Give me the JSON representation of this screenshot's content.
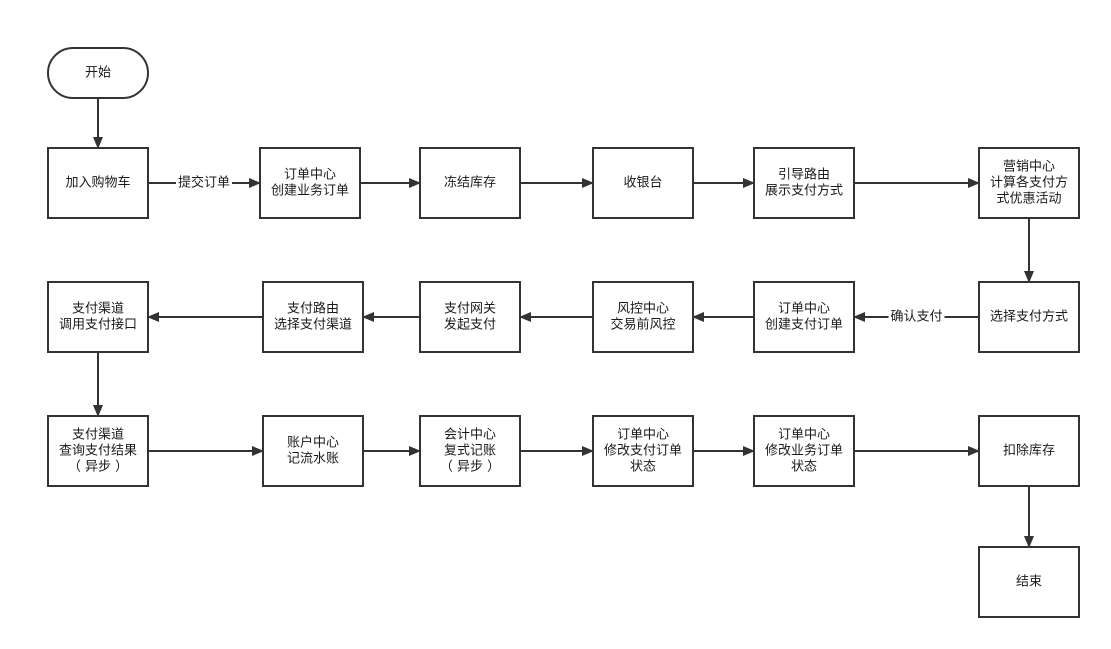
{
  "colors": {
    "stroke": "#333333",
    "fill": "#ffffff",
    "text": "#1a1a1a"
  },
  "nodes": [
    {
      "id": "start",
      "kind": "terminal",
      "lines": [
        "开始"
      ]
    },
    {
      "id": "add_cart",
      "kind": "process",
      "lines": [
        "加入购物车"
      ]
    },
    {
      "id": "order_create_biz",
      "kind": "process",
      "lines": [
        "订单中心",
        "创建业务订单"
      ]
    },
    {
      "id": "freeze_stock",
      "kind": "process",
      "lines": [
        "冻结库存"
      ]
    },
    {
      "id": "cashier",
      "kind": "process",
      "lines": [
        "收银台"
      ]
    },
    {
      "id": "route_show",
      "kind": "process",
      "lines": [
        "引导路由",
        "展示支付方式"
      ]
    },
    {
      "id": "marketing",
      "kind": "process",
      "lines": [
        "营销中心",
        "计算各支付方",
        "式优惠活动"
      ]
    },
    {
      "id": "choose_method",
      "kind": "process",
      "lines": [
        "选择支付方式"
      ]
    },
    {
      "id": "order_create_pay",
      "kind": "process",
      "lines": [
        "订单中心",
        "创建支付订单"
      ]
    },
    {
      "id": "risk",
      "kind": "process",
      "lines": [
        "风控中心",
        "交易前风控"
      ]
    },
    {
      "id": "gateway",
      "kind": "process",
      "lines": [
        "支付网关",
        "发起支付"
      ]
    },
    {
      "id": "route_channel",
      "kind": "process",
      "lines": [
        "支付路由",
        "选择支付渠道"
      ]
    },
    {
      "id": "channel_call",
      "kind": "process",
      "lines": [
        "支付渠道",
        "调用支付接口"
      ]
    },
    {
      "id": "channel_query",
      "kind": "process",
      "lines": [
        "支付渠道",
        "查询支付结果",
        "（ 异步 ）"
      ]
    },
    {
      "id": "account",
      "kind": "process",
      "lines": [
        "账户中心",
        "记流水账"
      ]
    },
    {
      "id": "accounting",
      "kind": "process",
      "lines": [
        "会计中心",
        "复式记账",
        "（ 异步 ）"
      ]
    },
    {
      "id": "order_update_pay",
      "kind": "process",
      "lines": [
        "订单中心",
        "修改支付订单",
        "状态"
      ]
    },
    {
      "id": "order_update_biz",
      "kind": "process",
      "lines": [
        "订单中心",
        "修改业务订单",
        "状态"
      ]
    },
    {
      "id": "deduct_stock",
      "kind": "process",
      "lines": [
        "扣除库存"
      ]
    },
    {
      "id": "end",
      "kind": "process",
      "lines": [
        "结束"
      ]
    }
  ],
  "edges": [
    {
      "from": "start",
      "to": "add_cart",
      "label": ""
    },
    {
      "from": "add_cart",
      "to": "order_create_biz",
      "label": "提交订单"
    },
    {
      "from": "order_create_biz",
      "to": "freeze_stock",
      "label": ""
    },
    {
      "from": "freeze_stock",
      "to": "cashier",
      "label": ""
    },
    {
      "from": "cashier",
      "to": "route_show",
      "label": ""
    },
    {
      "from": "route_show",
      "to": "marketing",
      "label": ""
    },
    {
      "from": "marketing",
      "to": "choose_method",
      "label": ""
    },
    {
      "from": "choose_method",
      "to": "order_create_pay",
      "label": "确认支付"
    },
    {
      "from": "order_create_pay",
      "to": "risk",
      "label": ""
    },
    {
      "from": "risk",
      "to": "gateway",
      "label": ""
    },
    {
      "from": "gateway",
      "to": "route_channel",
      "label": ""
    },
    {
      "from": "route_channel",
      "to": "channel_call",
      "label": ""
    },
    {
      "from": "channel_call",
      "to": "channel_query",
      "label": ""
    },
    {
      "from": "channel_query",
      "to": "account",
      "label": ""
    },
    {
      "from": "account",
      "to": "accounting",
      "label": ""
    },
    {
      "from": "accounting",
      "to": "order_update_pay",
      "label": ""
    },
    {
      "from": "order_update_pay",
      "to": "order_update_biz",
      "label": ""
    },
    {
      "from": "order_update_biz",
      "to": "deduct_stock",
      "label": ""
    },
    {
      "from": "deduct_stock",
      "to": "end",
      "label": ""
    }
  ]
}
